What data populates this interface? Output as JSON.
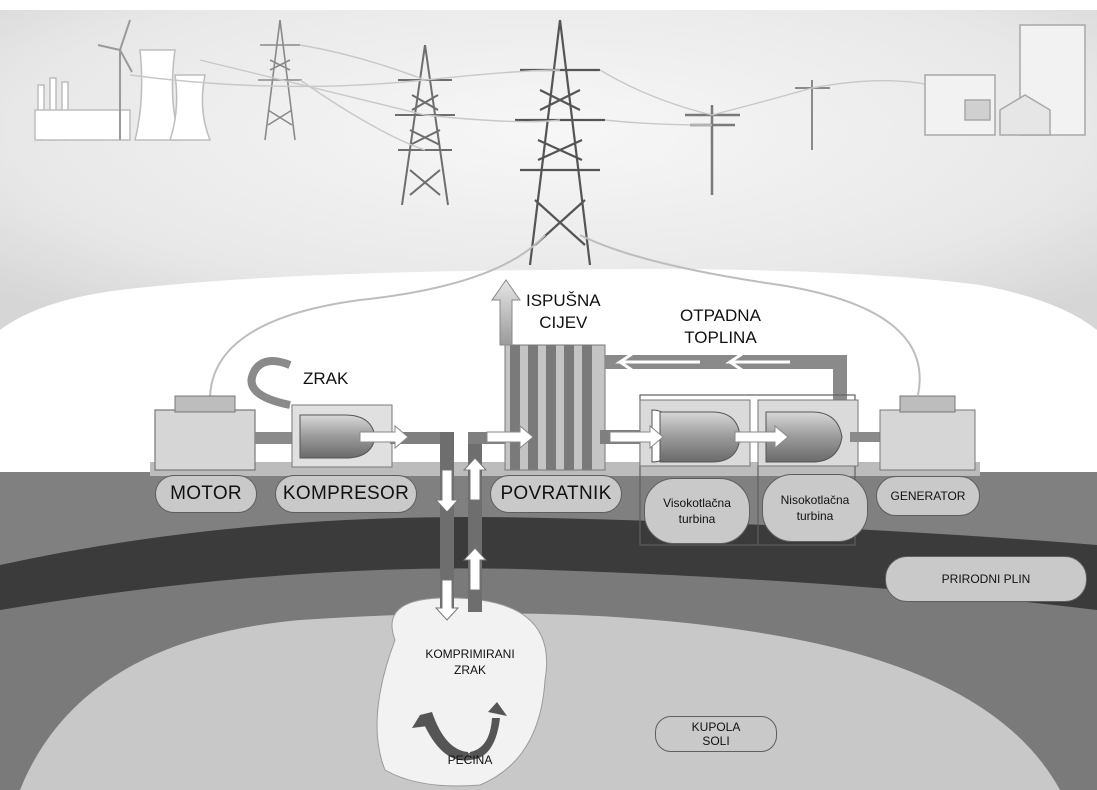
{
  "labels": {
    "ispusna_cijev": [
      "ISPUŠNA",
      "CIJEV"
    ],
    "otpadna_toplina": [
      "OTPADNA",
      "TOPLINA"
    ],
    "zrak": "ZRAK",
    "motor": "MOTOR",
    "kompresor": "KOMPRESOR",
    "povratnik": "POVRATNIK",
    "visokotlacna_turbina": [
      "Visokotlačna",
      "turbina"
    ],
    "nisokotlacna_turbina": [
      "Nisokotlačna",
      "turbina"
    ],
    "generator": "GENERATOR",
    "prirodni_plin": "PRIRODNI PLIN",
    "komprimirani_zrak": [
      "KOMPRIMIRANI",
      "ZRAK"
    ],
    "pecina": "PEĆINA",
    "kupola_soli": [
      "KUPOLA",
      "SOLI"
    ]
  },
  "icons": [
    "power-plant-icon",
    "wind-turbine-icon",
    "cooling-tower-icon",
    "transmission-tower-icon",
    "utility-pole-icon",
    "city-buildings-icon",
    "house-icon"
  ],
  "colors": {
    "sky": "#e6e6e6",
    "ground_surface": "#7f7f7f",
    "dark_layer": "#3c3c3c",
    "rock_layer": "#7a7a7a",
    "salt_dome": "#cbcbcb",
    "cavern": "#f2f2f2",
    "pill_fill": "#c9c9c9"
  }
}
